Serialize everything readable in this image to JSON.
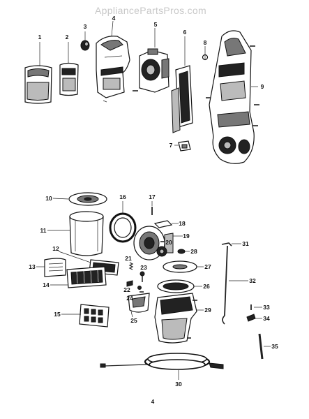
{
  "watermark": "AppliancePartsPros.com",
  "page_number": "4",
  "callouts": [
    "1",
    "2",
    "3",
    "4",
    "5",
    "6",
    "7",
    "8",
    "9",
    "10",
    "11",
    "12",
    "13",
    "14",
    "15",
    "16",
    "17",
    "18",
    "19",
    "20",
    "21",
    "22",
    "23",
    "24",
    "25",
    "26",
    "27",
    "28",
    "29",
    "30",
    "31",
    "32",
    "33",
    "34",
    "35"
  ]
}
